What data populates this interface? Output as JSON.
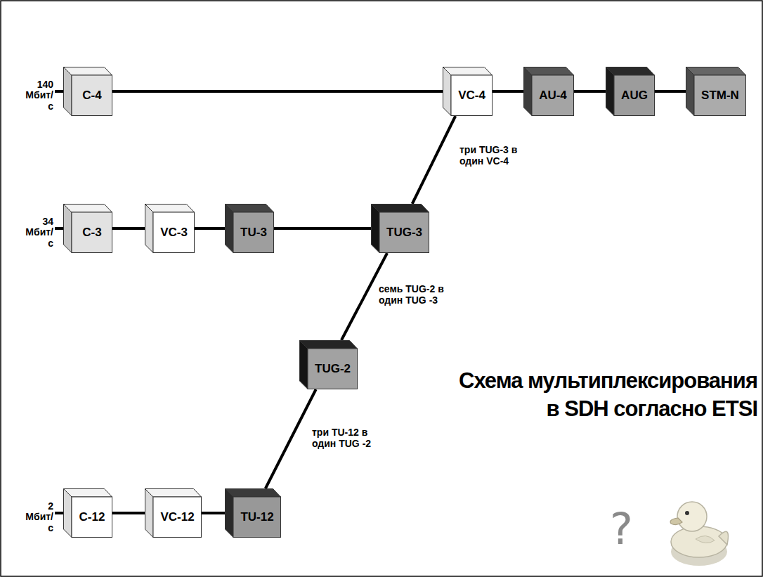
{
  "diagram": {
    "title": "Схема мультиплексирования в SDH согласно ETSI",
    "nodes": [
      {
        "text": [
          "C-4"
        ]
      },
      {
        "text": [
          "VC-4"
        ]
      },
      {
        "text": [
          "AU-4"
        ]
      },
      {
        "text": [
          "AUG"
        ]
      },
      {
        "text": [
          "STM-N"
        ]
      },
      {
        "text": [
          "C-3"
        ]
      },
      {
        "text": [
          "VC-3"
        ]
      },
      {
        "text": [
          "TU-3"
        ]
      },
      {
        "text": [
          "TUG-3"
        ]
      },
      {
        "text": [
          "TUG-2"
        ]
      },
      {
        "text": [
          "C-12"
        ]
      },
      {
        "text": [
          "VC-12"
        ]
      },
      {
        "text": [
          "TU-12"
        ]
      }
    ],
    "edges": [
      {
        "from": 0,
        "to": 1,
        "arrow": "none"
      },
      {
        "from": 1,
        "to": 2,
        "arrow": "none"
      },
      {
        "from": 2,
        "to": 3,
        "arrow": "none"
      },
      {
        "from": 3,
        "to": 4,
        "arrow": "none"
      },
      {
        "from": 5,
        "to": 6,
        "arrow": "none"
      },
      {
        "from": 6,
        "to": 7,
        "arrow": "none"
      },
      {
        "from": 7,
        "to": 8,
        "arrow": "none"
      },
      {
        "from": 8,
        "to": 1,
        "label": "три TUG-3 в один VC-4",
        "arrow": "none"
      },
      {
        "from": 9,
        "to": 8,
        "label": "семь TUG-2 в один TUG -3",
        "arrow": "none"
      },
      {
        "from": 10,
        "to": 11,
        "arrow": "none"
      },
      {
        "from": 11,
        "to": 12,
        "arrow": "none"
      },
      {
        "from": 12,
        "to": 9,
        "label": "три TU-12 в один TUG -2",
        "arrow": "none"
      }
    ],
    "labels": [
      "140 Мбит/с",
      "34 Мбит/с",
      "2 Мбит/с",
      "?"
    ]
  }
}
